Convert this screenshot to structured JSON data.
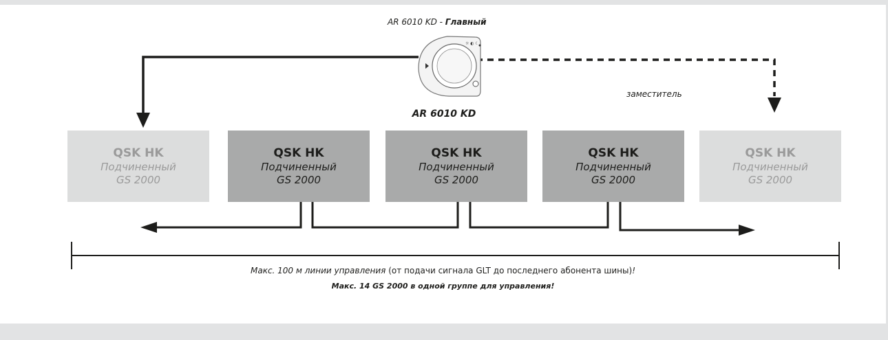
{
  "master_caption": {
    "prefix": "AR 6010 KD - ",
    "bold": "Главный"
  },
  "deputy_caption": "заместитель",
  "device_label": "AR 6010 KD",
  "boxes": [
    {
      "name": "QSK HK",
      "role": "Подчиненный",
      "model": "GS 2000",
      "style": "light"
    },
    {
      "name": "QSK HK",
      "role": "Подчиненный",
      "model": "GS 2000",
      "style": "dark"
    },
    {
      "name": "QSK HK",
      "role": "Подчиненный",
      "model": "GS 2000",
      "style": "dark"
    },
    {
      "name": "QSK HK",
      "role": "Подчиненный",
      "model": "GS 2000",
      "style": "dark"
    },
    {
      "name": "QSK HK",
      "role": "Подчиненный",
      "model": "GS 2000",
      "style": "light"
    }
  ],
  "note_line1": {
    "italic_part": "Макс. 100 м линии управления",
    "rest": " (от подачи сигнала GLT до последнего абонента шины)",
    "end": "!"
  },
  "note_line2": "Макс. 14 GS 2000 в одной группе для управления!",
  "colors": {
    "light_box": "#dcdddd",
    "dark_box": "#a9aaaa",
    "line": "#1d1d1b",
    "background": "#e2e3e4"
  }
}
